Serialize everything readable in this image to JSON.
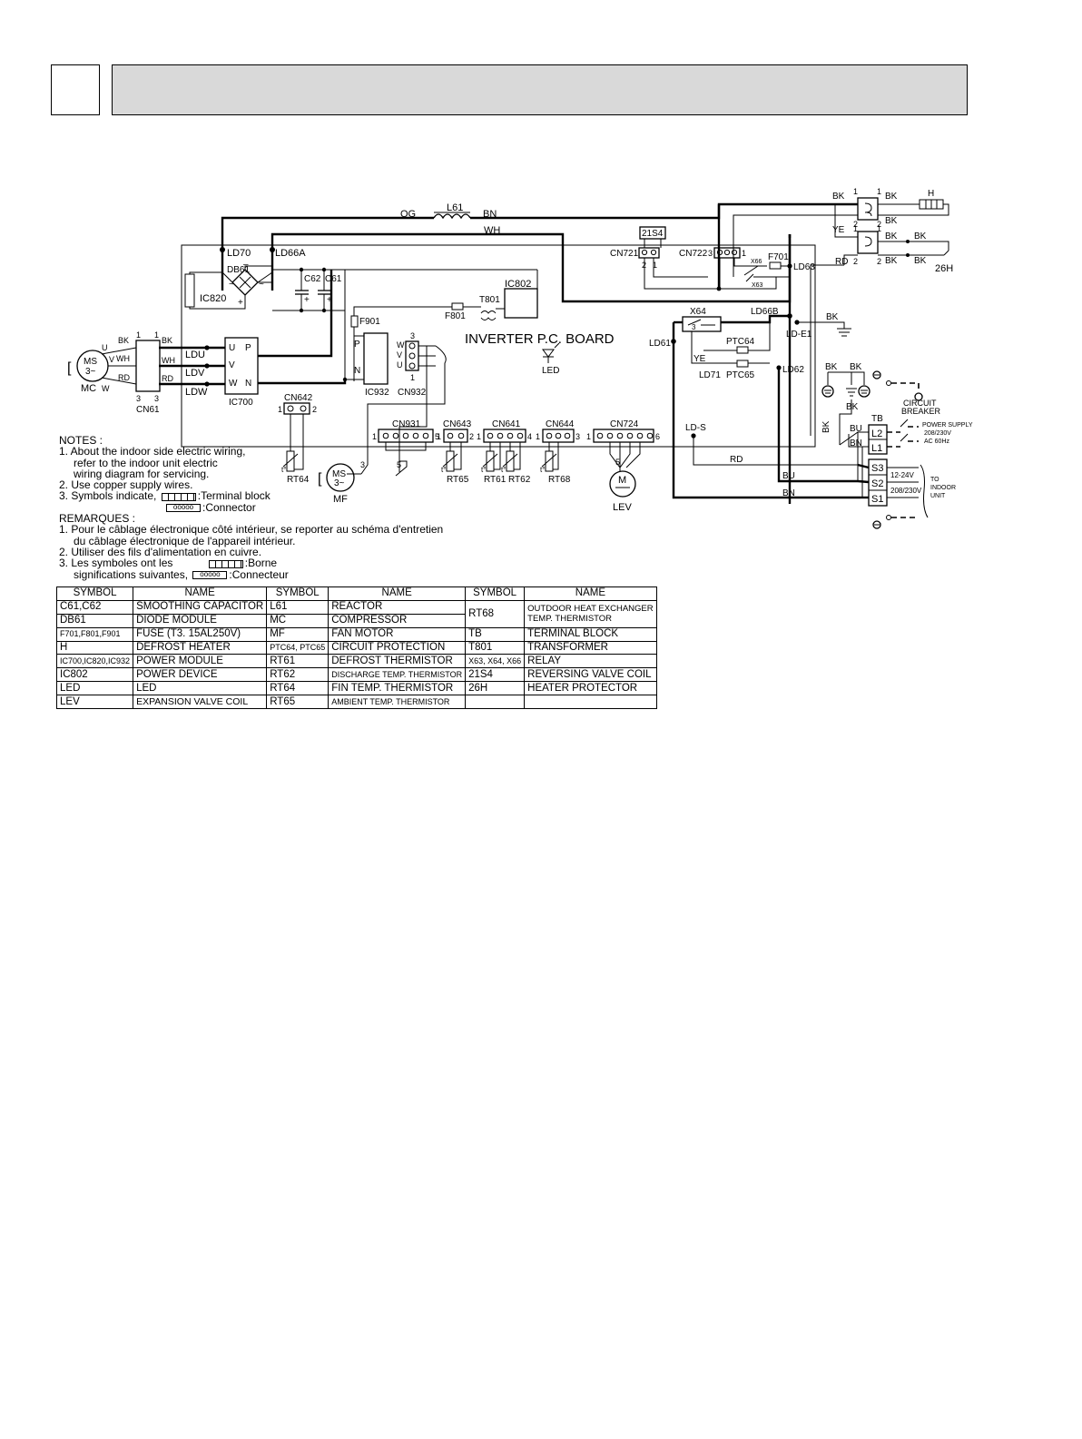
{
  "board": {
    "title": "INVERTER P.C.  BOARD",
    "led_label": "LED"
  },
  "wire_colors": {
    "og": "OG",
    "bn": "BN",
    "wh": "WH",
    "bk": "BK",
    "ye": "YE",
    "rd": "RD",
    "bu": "BU"
  },
  "components": {
    "l61": "L61",
    "ld70": "LD70",
    "ld66a": "LD66A",
    "db61": "DB61",
    "ic820": "IC820",
    "c62": "C62",
    "c61": "C61",
    "ic802": "IC802",
    "t801": "T801",
    "f801": "F801",
    "f901": "F901",
    "p": "P",
    "n": "N",
    "ldu": "LDU",
    "ldv": "LDV",
    "ldw": "LDW",
    "ic700": "IC700",
    "u": "U",
    "v": "V",
    "w": "W",
    "ic932": "IC932",
    "cn932": "CN932",
    "cn61": "CN61",
    "mc": "MC",
    "ms": "MS",
    "ms_phase": "3~",
    "cn642": "CN642",
    "rt64": "RT64",
    "mf": "MF",
    "cn931": "CN931",
    "cn643": "CN643",
    "cn641": "CN641",
    "cn644": "CN644",
    "cn724": "CN724",
    "rt65": "RT65",
    "rt61": "RT61",
    "rt62": "RT62",
    "rt68": "RT68",
    "lev": "LEV",
    "m": "M",
    "s21": "21S4",
    "cn721": "CN721",
    "cn722": "CN722",
    "x66": "X66",
    "x63": "X63",
    "f701": "F701",
    "ld63": "LD63",
    "ld66b": "LD66B",
    "x64": "X64",
    "ld61": "LD61",
    "ptc64": "PTC64",
    "ptc65": "PTC65",
    "ld71": "LD71",
    "lde1": "LD-E1",
    "ld62": "LD62",
    "lds": "LD-S",
    "tb": "TB",
    "l2": "L2",
    "l1": "L1",
    "s3": "S3",
    "s2": "S2",
    "s1": "S1",
    "h": "H",
    "h26": "26H",
    "circuit_breaker_1": "CIRCUIT",
    "circuit_breaker_2": "BREAKER",
    "ps1": "POWER SUPPLY",
    "ps2": "208/230V",
    "ps3": "AC 60Hz",
    "v1224": "12-24V",
    "v208": "208/230V",
    "to1": "TO",
    "to2": "INDOOR",
    "to3": "UNIT"
  },
  "notes": {
    "heading": "NOTES :",
    "n1a": "1. About the indoor side electric wiring,",
    "n1b": "refer to the indoor unit electric",
    "n1c": "wiring diagram for servicing.",
    "n2": "2. Use copper supply wires.",
    "n3a": "3. Symbols indicate,",
    "n3b": ":Terminal block",
    "n3c": ":Connector"
  },
  "remarques": {
    "heading": "REMARQUES :",
    "r1a": "1. Pour le câblage électronique côté intérieur, se reporter au schéma d'entretien",
    "r1b": "du câblage électronique de l'appareil intérieur.",
    "r2": "2. Utiliser des fils d'alimentation en cuivre.",
    "r3a": "3. Les symboles ont les",
    "r3b": ":Borne",
    "r3c": "significations suivantes,",
    "r3d": ":Connecteur"
  },
  "legend": {
    "headers": [
      "SYMBOL",
      "NAME",
      "SYMBOL",
      "NAME",
      "SYMBOL",
      "NAME"
    ],
    "col1": [
      {
        "symbol": "C61,C62",
        "name": "SMOOTHING CAPACITOR"
      },
      {
        "symbol": "DB61",
        "name": "DIODE MODULE"
      },
      {
        "symbol": "F701,F801,F901",
        "name": "FUSE (T3. 15AL250V)"
      },
      {
        "symbol": "H",
        "name": "DEFROST HEATER"
      },
      {
        "symbol": "IC700,IC820,IC932",
        "name": "POWER MODULE"
      },
      {
        "symbol": "IC802",
        "name": "POWER DEVICE"
      },
      {
        "symbol": "LED",
        "name": "LED"
      },
      {
        "symbol": "LEV",
        "name": "EXPANSION VALVE COIL"
      }
    ],
    "col2": [
      {
        "symbol": "L61",
        "name": "REACTOR"
      },
      {
        "symbol": "MC",
        "name": "COMPRESSOR"
      },
      {
        "symbol": "MF",
        "name": "FAN MOTOR"
      },
      {
        "symbol": "PTC64, PTC65",
        "name": "CIRCUIT PROTECTION"
      },
      {
        "symbol": "RT61",
        "name": "DEFROST THERMISTOR"
      },
      {
        "symbol": "RT62",
        "name": "DISCHARGE TEMP. THERMISTOR"
      },
      {
        "symbol": "RT64",
        "name": "FIN TEMP. THERMISTOR"
      },
      {
        "symbol": "RT65",
        "name": "AMBIENT TEMP. THERMISTOR"
      }
    ],
    "col3": [
      {
        "symbol": "RT68",
        "name": "OUTDOOR HEAT EXCHANGER",
        "name2": "TEMP. THERMISTOR"
      },
      {
        "symbol": "TB",
        "name": "TERMINAL BLOCK"
      },
      {
        "symbol": "T801",
        "name": "TRANSFORMER"
      },
      {
        "symbol": "X63, X64, X66",
        "name": "RELAY"
      },
      {
        "symbol": "21S4",
        "name": "REVERSING VALVE COIL"
      },
      {
        "symbol": "26H",
        "name": "HEATER PROTECTOR"
      },
      {
        "symbol": "",
        "name": ""
      }
    ]
  }
}
